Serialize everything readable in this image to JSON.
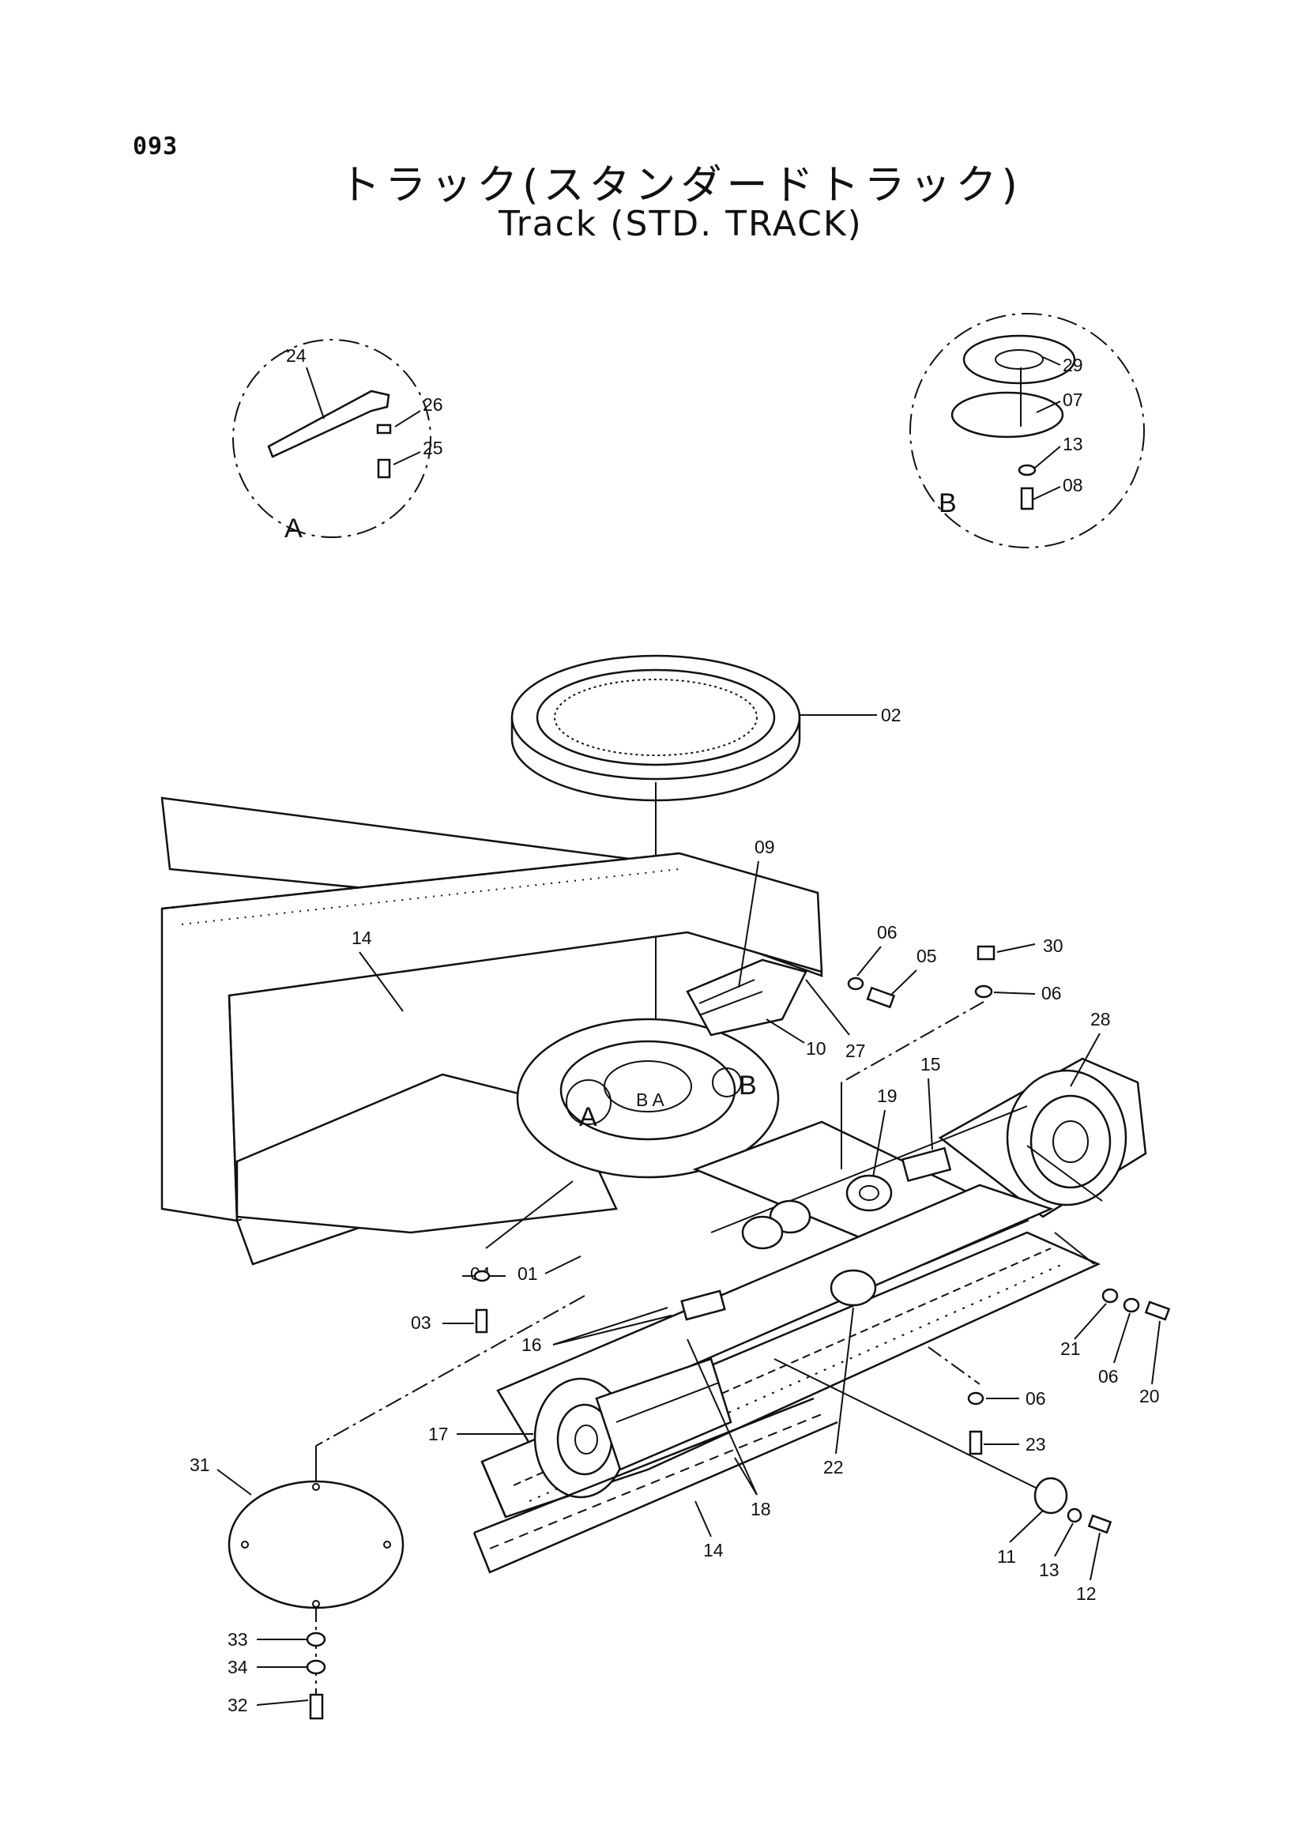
{
  "page_number": "093",
  "title_jp": "トラック(スタンダードトラック)",
  "title_en": "Track (STD. TRACK)",
  "detail_views": [
    "A",
    "B"
  ],
  "part_labels": {
    "p01": "01",
    "p02": "02",
    "p03": "03",
    "p04": "04",
    "p05": "05",
    "p06a": "06",
    "p06b": "06",
    "p06c": "06",
    "p06d": "06",
    "p07": "07",
    "p08": "08",
    "p09": "09",
    "p10": "10",
    "p11": "11",
    "p12": "12",
    "p13a": "13",
    "p13b": "13",
    "p14a": "14",
    "p14b": "14",
    "p15": "15",
    "p16": "16",
    "p17": "17",
    "p18": "18",
    "p19": "19",
    "p20": "20",
    "p21": "21",
    "p22": "22",
    "p23": "23",
    "p24": "24",
    "p25": "25",
    "p26": "26",
    "p27": "27",
    "p28": "28",
    "p29": "29",
    "p30": "30",
    "p31": "31",
    "p32": "32",
    "p33": "33",
    "p34": "34"
  }
}
